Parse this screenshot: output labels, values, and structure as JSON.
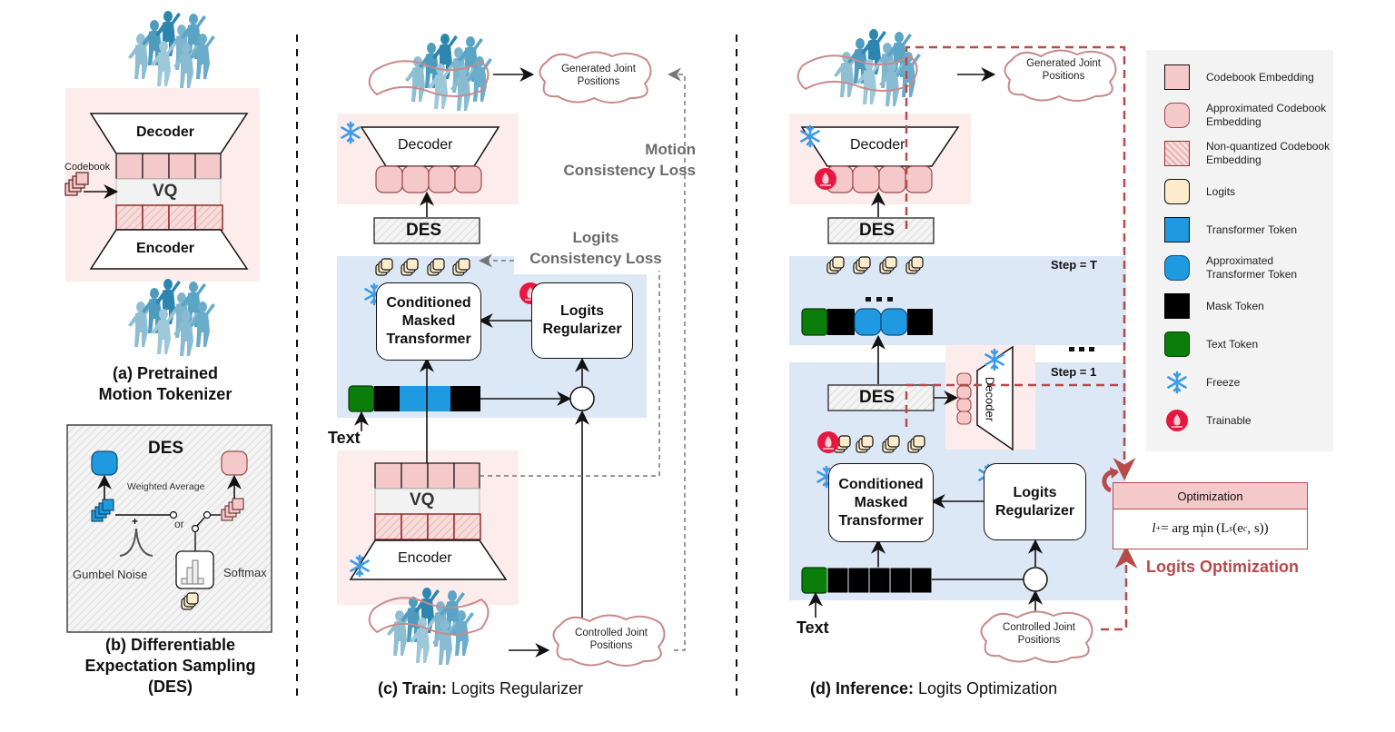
{
  "panels": {
    "a": {
      "caption_line1": "(a) Pretrained",
      "caption_line2": "Motion Tokenizer",
      "decoder": "Decoder",
      "encoder": "Encoder",
      "vq": "VQ",
      "codebook": "Codebook"
    },
    "b": {
      "title": "DES",
      "weighted_average": "Weighted Average",
      "plus": "+",
      "or": "or",
      "gumbel_noise": "Gumbel Noise",
      "softmax": "Softmax",
      "caption_line1": "(b) Differentiable",
      "caption_line2": "Expectation Sampling",
      "caption_line3": "(DES)"
    },
    "c": {
      "generated_joint_positions": "Generated Joint Positions",
      "decoder": "Decoder",
      "des": "DES",
      "motion_loss_line1": "Motion",
      "motion_loss_line2": "Consistency Loss",
      "logits_loss_line1": "Logits",
      "logits_loss_line2": "Consistency Loss",
      "cmt": "Conditioned Masked Transformer",
      "regularizer": "Logits Regularizer",
      "text": "Text",
      "plus": "+",
      "vq": "VQ",
      "encoder": "Encoder",
      "controlled_joint_positions": "Controlled Joint Positions",
      "caption_bold": "(c) Train:",
      "caption_rest": " Logits Regularizer"
    },
    "d": {
      "generated_joint_positions": "Generated Joint Positions",
      "decoder": "Decoder",
      "des_top": "DES",
      "step_t": "Step = T",
      "ellipsis": "...",
      "step_1": "Step = 1",
      "des_bottom": "DES",
      "side_decoder": "Decoder",
      "cmt": "Conditioned Masked Transformer",
      "regularizer": "Logits Regularizer",
      "text": "Text",
      "plus": "+",
      "controlled_joint_positions": "Controlled Joint Positions",
      "optimization_header": "Optimization",
      "optimization_formula": "l⁺ = arg min_l (L_s(e_c, s))",
      "formula_lhs": "l",
      "formula_sup": "+",
      "formula_eq": " = arg min",
      "formula_sub": "l",
      "formula_rhs": " (L",
      "formula_rhs_sub": "s",
      "formula_rhs2": "(e",
      "formula_rhs_sub2": "c",
      "formula_rhs3": ", s))",
      "logits_optimization": "Logits Optimization",
      "caption_bold": "(d) Inference:",
      "caption_rest": " Logits Optimization"
    }
  },
  "legend": {
    "items": [
      {
        "label": "Codebook Embedding",
        "icon": "codebook-embedding-swatch"
      },
      {
        "label": "Approximated Codebook Embedding",
        "icon": "approx-codebook-swatch"
      },
      {
        "label": "Non-quantized Codebook Embedding",
        "icon": "nonquantized-swatch"
      },
      {
        "label": "Logits",
        "icon": "logits-swatch"
      },
      {
        "label": "Transformer Token",
        "icon": "transformer-token-swatch"
      },
      {
        "label": "Approximated Transformer Token",
        "icon": "approx-transformer-swatch"
      },
      {
        "label": "Mask Token",
        "icon": "mask-token-swatch"
      },
      {
        "label": "Text Token",
        "icon": "text-token-swatch"
      },
      {
        "label": "Freeze",
        "icon": "snowflake-icon"
      },
      {
        "label": "Trainable",
        "icon": "flame-icon"
      }
    ]
  },
  "colors": {
    "pink_fill": "#f5c9c9",
    "pink_bg": "#fdecec",
    "blue_bg": "#dde8f7",
    "token_blue": "#1f9ae0",
    "mask_black": "#000000",
    "text_green": "#0a7d0a",
    "logits_fill": "#fdeccb",
    "trainable_red": "#e8173f",
    "freeze_blue": "#3d9be9",
    "loss_gray": "#6b6b6b",
    "opt_red": "#b84a4a"
  }
}
